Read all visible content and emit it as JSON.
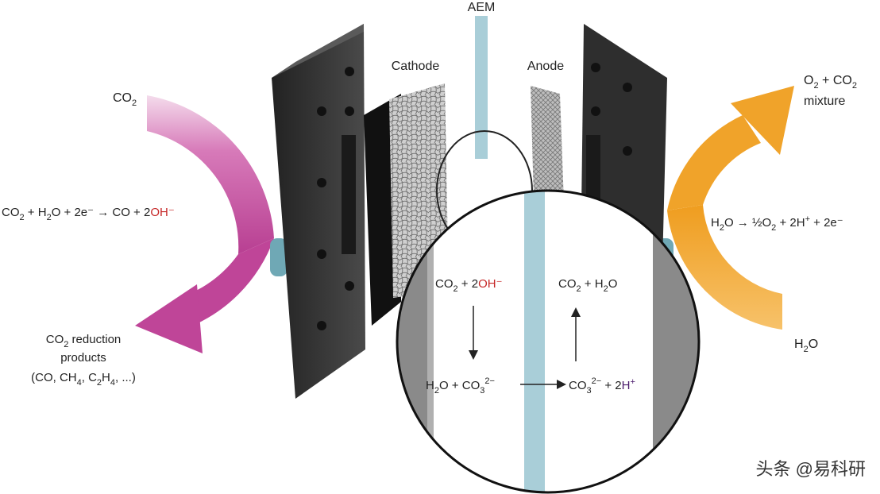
{
  "top_label": "AEM",
  "electrodes": {
    "cathode": "Cathode",
    "anode": "Anode"
  },
  "left": {
    "co2_in": {
      "main": "CO",
      "sub": "2"
    },
    "reaction": {
      "part1": "CO",
      "sub1": "2",
      "part2": " + H",
      "sub2": "2",
      "part3": "O + 2e⁻ → CO + 2",
      "oh": "OH⁻"
    },
    "products": {
      "line1_main": "CO",
      "line1_sub": "2",
      "line1_rest": " reduction",
      "line2": "products",
      "line3_a": "(CO, CH",
      "line3_sub1": "4",
      "line3_b": ", C",
      "line3_sub2": "2",
      "line3_c": "H",
      "line3_sub3": "4",
      "line3_d": ", ...)"
    }
  },
  "right": {
    "mixture": {
      "o": "O",
      "o_sub": "2",
      "plus": " + CO",
      "co2_sub": "2",
      "line2": "mixture"
    },
    "reaction": {
      "a": "H",
      "a_sub": "2",
      "b": "O → ½O",
      "b_sub": "2",
      "c": " + 2H",
      "c_sup": "+",
      "d": " + 2e⁻"
    },
    "h2o_in": {
      "main": "H",
      "sub": "2",
      "rest": "O"
    }
  },
  "inset": {
    "cathode_side": {
      "main": "CO",
      "sub": "2",
      "rest": " + 2",
      "oh": "OH⁻"
    },
    "bottom_left": {
      "a": "H",
      "a_sub": "2",
      "b": "O + CO",
      "b_sub": "3",
      "sup": "2−"
    },
    "anode_side": {
      "a": "CO",
      "a_sub": "2",
      "b": " + H",
      "b_sub": "2",
      "c": "O"
    },
    "bottom_right": {
      "a": "CO",
      "a_sub": "3",
      "sup": "2−",
      "b": " + 2",
      "h": "H",
      "h_sup": "+"
    }
  },
  "watermark": "头条 @易科研",
  "colors": {
    "magenta_arrow": "#c0479a",
    "orange_arrow": "#f0a32a",
    "membrane": "#a9ced8",
    "plate": "#3a3a3a",
    "oh_red": "#c62828"
  }
}
